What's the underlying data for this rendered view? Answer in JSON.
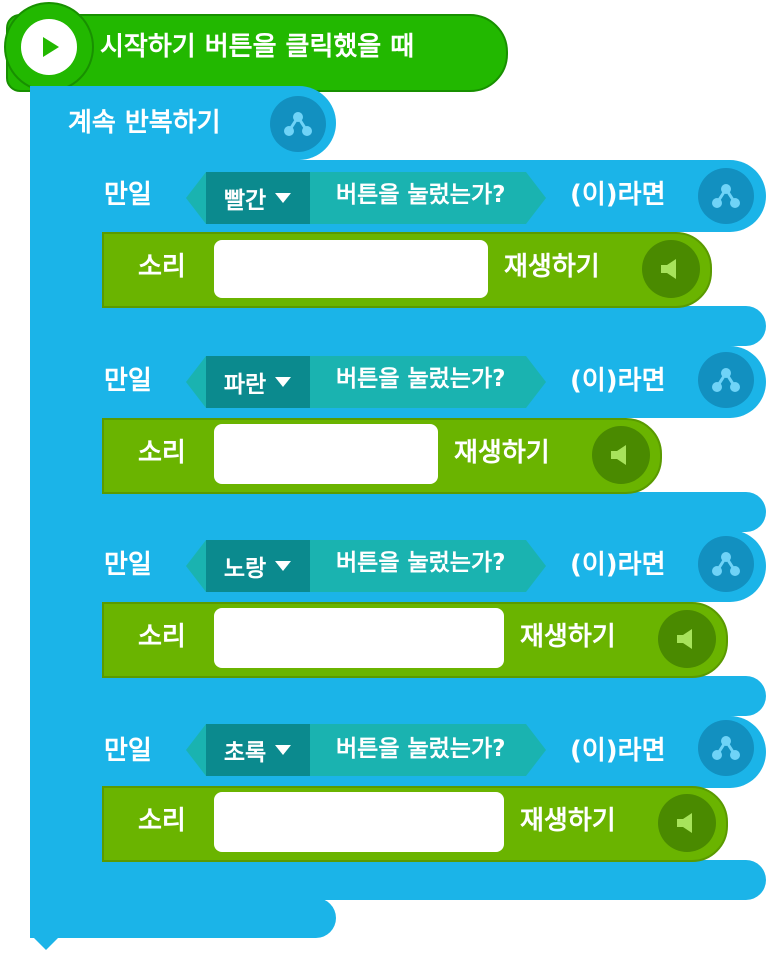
{
  "start_block": {
    "label": "시작하기 버튼을 클릭했을 때"
  },
  "loop_block": {
    "label": "계속 반복하기"
  },
  "if_blocks": [
    {
      "if_label": "만일",
      "button_color": "빨간",
      "condition_label": "버튼을 눌렀는가?",
      "then_label": "(이)라면",
      "sound_label": "소리",
      "sound_value": "",
      "play_label": "재생하기"
    },
    {
      "if_label": "만일",
      "button_color": "파란",
      "condition_label": "버튼을 눌렀는가?",
      "then_label": "(이)라면",
      "sound_label": "소리",
      "sound_value": "",
      "play_label": "재생하기"
    },
    {
      "if_label": "만일",
      "button_color": "노랑",
      "condition_label": "버튼을 눌렀는가?",
      "then_label": "(이)라면",
      "sound_label": "소리",
      "sound_value": "",
      "play_label": "재생하기"
    },
    {
      "if_label": "만일",
      "button_color": "초록",
      "condition_label": "버튼을 눌렀는가?",
      "then_label": "(이)라면",
      "sound_label": "소리",
      "sound_value": "",
      "play_label": "재생하기"
    }
  ],
  "colors": {
    "start_green": "#22b800",
    "loop_blue": "#1bb4e8",
    "sound_green": "#6ab400",
    "dropdown_teal": "#0b8a8e",
    "condition_teal": "#1ab3b0"
  },
  "icons": {
    "start": "play-icon",
    "loop": "branch-icon",
    "if": "branch-icon",
    "sound": "speaker-icon"
  }
}
